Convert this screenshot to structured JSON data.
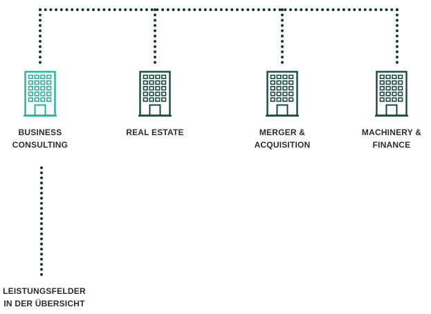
{
  "colors": {
    "teal": "#1fb39b",
    "green": "#134a3a",
    "dots": "#16352b",
    "text": "#2b2b2b"
  },
  "nodes": [
    {
      "label": "BUSINESS\nCONSULTING",
      "icon": "building-icon",
      "color": "teal"
    },
    {
      "label": "REAL ESTATE",
      "icon": "building-icon",
      "color": "green"
    },
    {
      "label": "MERGER &\nACQUISITION",
      "icon": "building-icon",
      "color": "green"
    },
    {
      "label": "MACHINERY &\nFINANCE",
      "icon": "building-icon",
      "color": "green"
    }
  ],
  "bottom_link": {
    "label": "LEISTUNGSFELDER\nIN DER ÜBERSICHT"
  }
}
